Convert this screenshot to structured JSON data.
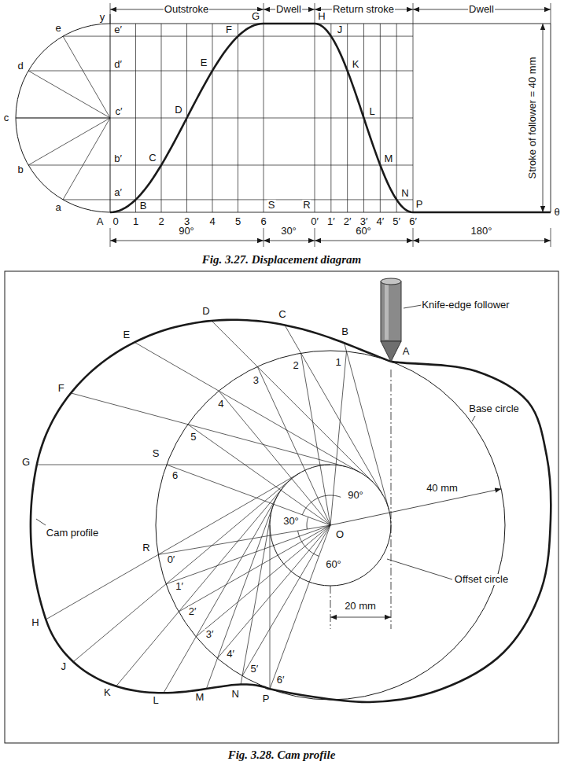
{
  "diagram": {
    "labels": [
      "Outstroke",
      "Dwell",
      "Return stroke",
      "Dwell",
      "y",
      "e",
      "e′",
      "d",
      "d′",
      "c",
      "c′",
      "b",
      "b′",
      "a",
      "a′",
      "B",
      "C",
      "D",
      "E",
      "F",
      "G",
      "H",
      "J",
      "K",
      "L",
      "M",
      "N",
      "P",
      "S",
      "R",
      "A",
      "0",
      "1",
      "2",
      "3",
      "4",
      "5",
      "6",
      "0′",
      "1′",
      "2′",
      "3′",
      "4′",
      "5′",
      "6′",
      "θ",
      "90°",
      "30°",
      "60°",
      "180°",
      "Stroke of follower = 40 mm",
      "Fig. 3.27. Displacement diagram",
      "Knife-edge follower",
      "A",
      "B",
      "C",
      "D",
      "E",
      "F",
      "G",
      "1",
      "2",
      "3",
      "4",
      "5",
      "6",
      "S",
      "Base circle",
      "40 mm",
      "O",
      "90°",
      "30°",
      "60°",
      "Cam profile",
      "R",
      "0′",
      "1′",
      "2′",
      "3′",
      "4′",
      "5′",
      "6′",
      "Offset circle",
      "20 mm",
      "H",
      "J",
      "K",
      "L",
      "M",
      "N",
      "P",
      "Fig. 3.28. Cam profile"
    ]
  }
}
